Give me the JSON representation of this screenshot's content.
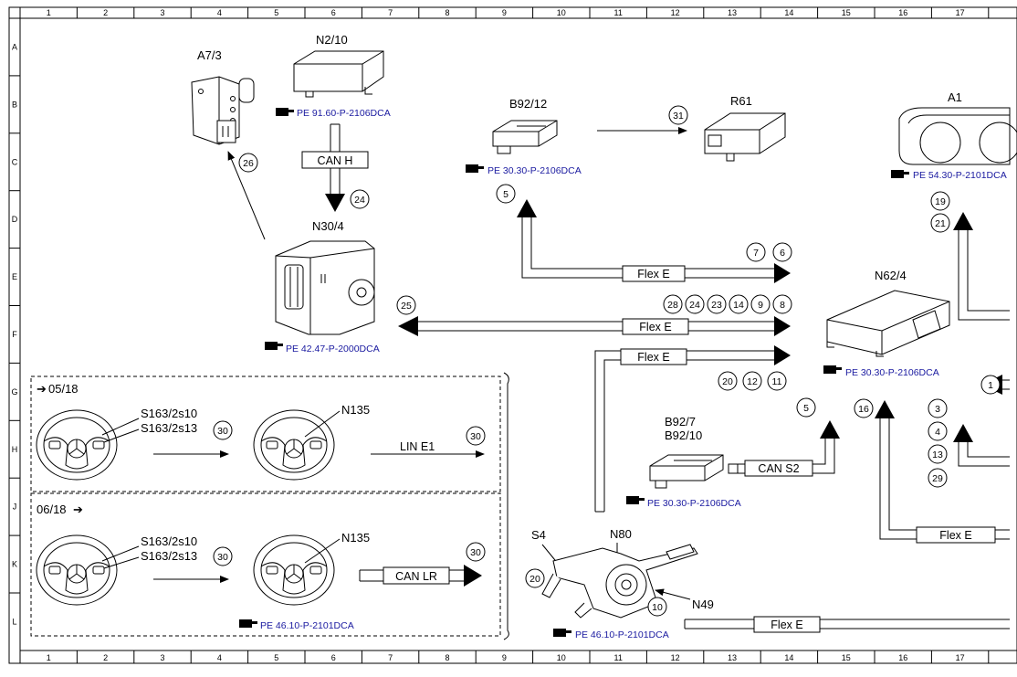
{
  "ruler": {
    "columns": [
      "1",
      "2",
      "3",
      "4",
      "5",
      "6",
      "7",
      "8",
      "9",
      "10",
      "11",
      "12",
      "13",
      "14",
      "15",
      "16",
      "17"
    ],
    "rows": [
      "A",
      "B",
      "C",
      "D",
      "E",
      "F",
      "G",
      "H",
      "J",
      "K",
      "L"
    ]
  },
  "components": {
    "a7_3": "A7/3",
    "n2_10": "N2/10",
    "b92_12": "B92/12",
    "r61": "R61",
    "a1": "A1",
    "n30_4": "N30/4",
    "n62_4": "N62/4",
    "b92_7": "B92/7",
    "b92_10": "B92/10",
    "s4": "S4",
    "n80": "N80",
    "n49": "N49",
    "n135_top": "N135",
    "n135_bottom": "N135",
    "s163_2s10_top": "S163/2s10",
    "s163_2s13_top": "S163/2s13",
    "s163_2s10_bottom": "S163/2s10",
    "s163_2s13_bottom": "S163/2s13"
  },
  "refs": {
    "n2_10": "PE 91.60-P-2106DCA",
    "b92_12": "PE 30.30-P-2106DCA",
    "a1": "PE 54.30-P-2101DCA",
    "n30_4": "PE 42.47-P-2000DCA",
    "n62_4": "PE 30.30-P-2106DCA",
    "b92_7": "PE 30.30-P-2106DCA",
    "steering": "PE 46.10-P-2101DCA",
    "n80": "PE 46.10-P-2101DCA"
  },
  "buses": {
    "can_h": "CAN H",
    "flex_e_1": "Flex E",
    "flex_e_2": "Flex E",
    "flex_e_3": "Flex E",
    "flex_e_4": "Flex E",
    "flex_e_5": "Flex E",
    "can_s2": "CAN S2",
    "lin_e1": "LIN E1",
    "can_lr": "CAN LR"
  },
  "variants": {
    "top": "05/18",
    "bottom": "06/18"
  },
  "signals": {
    "s26": "26",
    "s24": "24",
    "s31": "31",
    "s5a": "5",
    "s7": "7",
    "s6": "6",
    "s19": "19",
    "s21": "21",
    "s25": "25",
    "s28": "28",
    "s24b": "24",
    "s23": "23",
    "s14": "14",
    "s9": "9",
    "s8": "8",
    "s20a": "20",
    "s12": "12",
    "s11": "11",
    "s1": "1",
    "s5b": "5",
    "s16": "16",
    "s3": "3",
    "s4": "4",
    "s13": "13",
    "s29": "29",
    "s30a": "30",
    "s30b": "30",
    "s30c": "30",
    "s30d": "30",
    "s20b": "20",
    "s10": "10"
  }
}
